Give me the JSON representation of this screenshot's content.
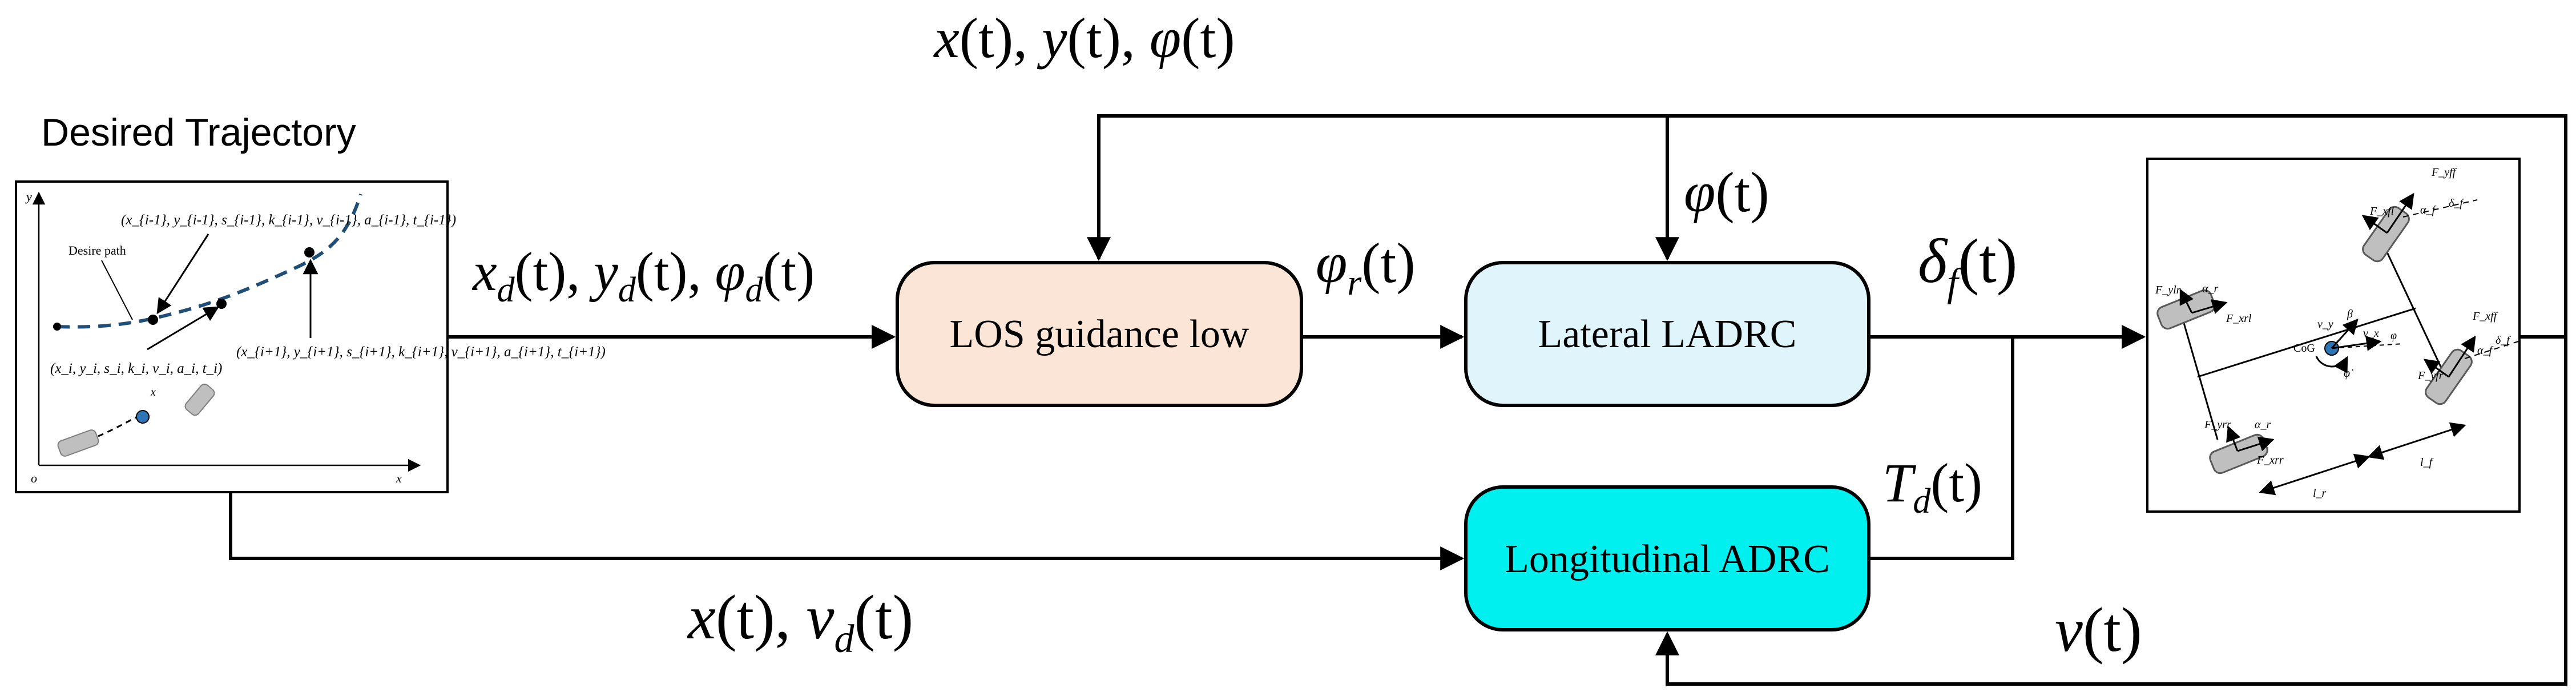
{
  "colors": {
    "los_box_fill": "#fbe5d6",
    "lateral_box_fill": "#dff5fb",
    "longitudinal_box_fill": "#00f0f0",
    "path_dash": "#1f4e79",
    "vehicle_accent": "#2e75b6",
    "stroke": "#000000"
  },
  "trajectory": {
    "title": "Desired Trajectory",
    "axis_y": "y",
    "axis_x": "x",
    "origin": "o",
    "desire_path_label": "Desire path",
    "point_prev_label": "(x_{i-1}, y_{i-1}, s_{i-1}, k_{i-1}, v_{i-1}, a_{i-1}, t_{i-1})",
    "point_cur_label": "(x_i, y_i, s_i, k_i, v_i, a_i, t_i)",
    "point_next_label": "(x_{i+1}, y_{i+1}, s_{i+1}, k_{i+1}, v_{i+1}, a_{i+1}, t_{i+1})",
    "small_x_label": "x"
  },
  "blocks": {
    "los": "LOS guidance low",
    "lateral": "Lateral LADRC",
    "longitudinal": "Longitudinal ADRC"
  },
  "signals": {
    "feedback_top": {
      "b1": "x",
      "p1": "(t), ",
      "b2": "y",
      "p2": "(t), ",
      "b3": "φ",
      "p3": "(t)"
    },
    "phi_feedback": {
      "b": "φ",
      "p": "(t)"
    },
    "desired": {
      "b1": "x",
      "s1": "d",
      "p1": "(t), ",
      "b2": "y",
      "s2": "d",
      "p2": "(t), ",
      "b3": "φ",
      "s3": "d",
      "p3": "(t)"
    },
    "phi_ref": {
      "b": "φ",
      "s": "r",
      "p": "(t)"
    },
    "steer": {
      "b": "δ",
      "s": "f",
      "p": "(t)"
    },
    "torque": {
      "b": "T",
      "s": "d",
      "p": "(t)"
    },
    "long_input": {
      "b1": "x",
      "p1": "(t), ",
      "b2": "v",
      "s2": "d",
      "p2": "(t)"
    },
    "velocity": {
      "b": "v",
      "p": "(t)"
    }
  },
  "vehicle": {
    "F_ylr": "F_ylr",
    "F_xrl": "F_xrl",
    "alpha_r_top": "α_r",
    "F_yrr": "F_yrr",
    "F_xrr": "F_xrr",
    "alpha_r_bottom": "α_r",
    "F_yff": "F_yff",
    "F_xff": "F_xff",
    "F_xfl": "F_xfl",
    "F_yfr": "F_yfr",
    "delta_top": "δ_f",
    "delta_right": "δ_f",
    "alpha_top": "α_f",
    "alpha_right": "α_f",
    "beta": "β",
    "v_y": "v_y",
    "v_x": "v_x",
    "phi_angle": "φ",
    "phi_yaw": "φ̇",
    "cog": "CoG",
    "l_r": "l_r",
    "l_f": "l_f"
  }
}
